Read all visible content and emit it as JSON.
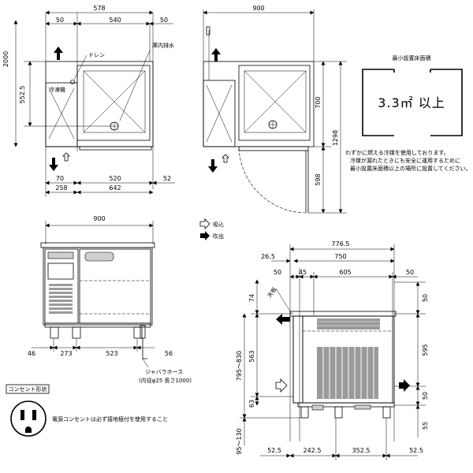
{
  "top_view_left": {
    "dims_top": [
      "578",
      "540",
      "50"
    ],
    "dim_50_left": "50",
    "dims_left": [
      "2000",
      "552.5"
    ],
    "label_drain": "ドレン",
    "label_chamber_drain": "庫内排水",
    "label_freezer": "冷凍機",
    "dims_bottom_row1": [
      "70",
      "520",
      "52"
    ],
    "dims_bottom_row2": [
      "258",
      "642"
    ]
  },
  "top_view_right": {
    "dim_top": "900",
    "dims_right": [
      "700",
      "1298",
      "598"
    ]
  },
  "min_area": {
    "title": "最小設置床面積",
    "value": "3.3㎡ 以上",
    "notes": [
      "わずかに燃える冷媒を使用しております。",
      "冷媒が漏れたときにも安全に運用するために",
      "最小設置床面積以上の場所に設置してください。"
    ]
  },
  "airflow_legend": {
    "intake": "吸込",
    "exhaust": "吹出"
  },
  "front_view": {
    "dim_top": "900",
    "dims_bottom": [
      "46",
      "273",
      "523",
      "56"
    ],
    "hose_label": "ジャバラホース",
    "hose_spec": "(内径φ25  長さ1000)"
  },
  "side_view": {
    "dims_top": [
      "776.5",
      "750"
    ],
    "dim_26_5": "26.5",
    "dims_row3": [
      "50",
      "45",
      "605",
      "50"
    ],
    "top_plate_label": "天板",
    "dims_left": [
      "74",
      "795～830",
      "563",
      "63",
      "95～130"
    ],
    "dims_right": [
      "50",
      "595",
      "50",
      "55"
    ],
    "dims_bottom": [
      "52.5",
      "242.5",
      "352.5",
      "52.5"
    ]
  },
  "outlet": {
    "title": "コンセント形状",
    "note": "電源コンセントは必ず接地極付を使用すること"
  }
}
